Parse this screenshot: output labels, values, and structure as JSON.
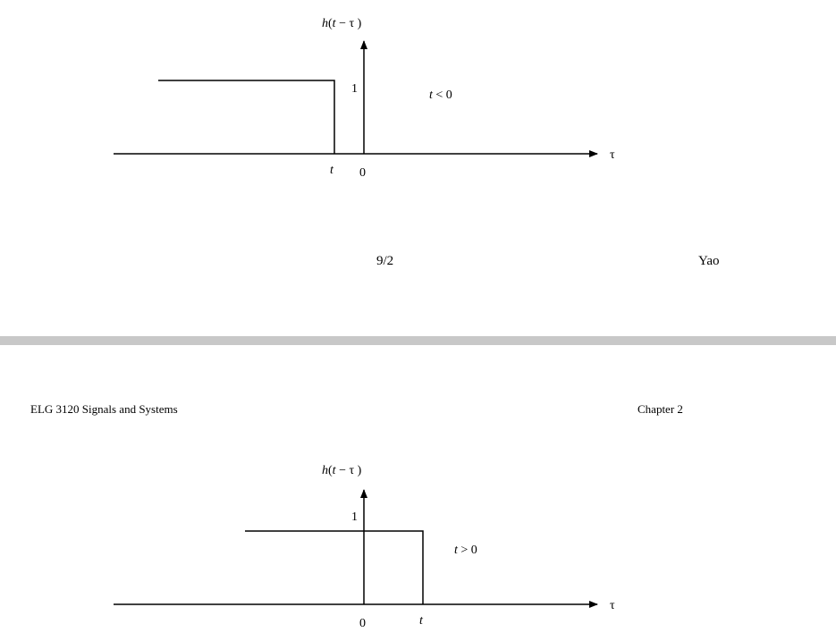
{
  "top_plot": {
    "y_label_func": "h",
    "y_label_arg_open": "(",
    "y_label_t": "t",
    "y_label_minus": " − τ )",
    "y_tick_1": "1",
    "x_axis_label": "τ",
    "x_tick_t": "t",
    "x_tick_0": "0",
    "condition_var": "t",
    "condition_rest": " < 0"
  },
  "top_footer": {
    "page_number": "9/2",
    "author": "Yao"
  },
  "bottom_header": {
    "course": "ELG 3120 Signals and Systems",
    "chapter": "Chapter 2"
  },
  "bottom_plot": {
    "y_label_func": "h",
    "y_label_arg_open": "(",
    "y_label_t": "t",
    "y_label_minus": " − τ )",
    "y_tick_1": "1",
    "x_axis_label": "τ",
    "x_tick_0": "0",
    "x_tick_t": "t",
    "condition_var": "t",
    "condition_rest": " > 0"
  },
  "colors": {
    "divider": "#c8c8c8",
    "ink": "#000000"
  }
}
